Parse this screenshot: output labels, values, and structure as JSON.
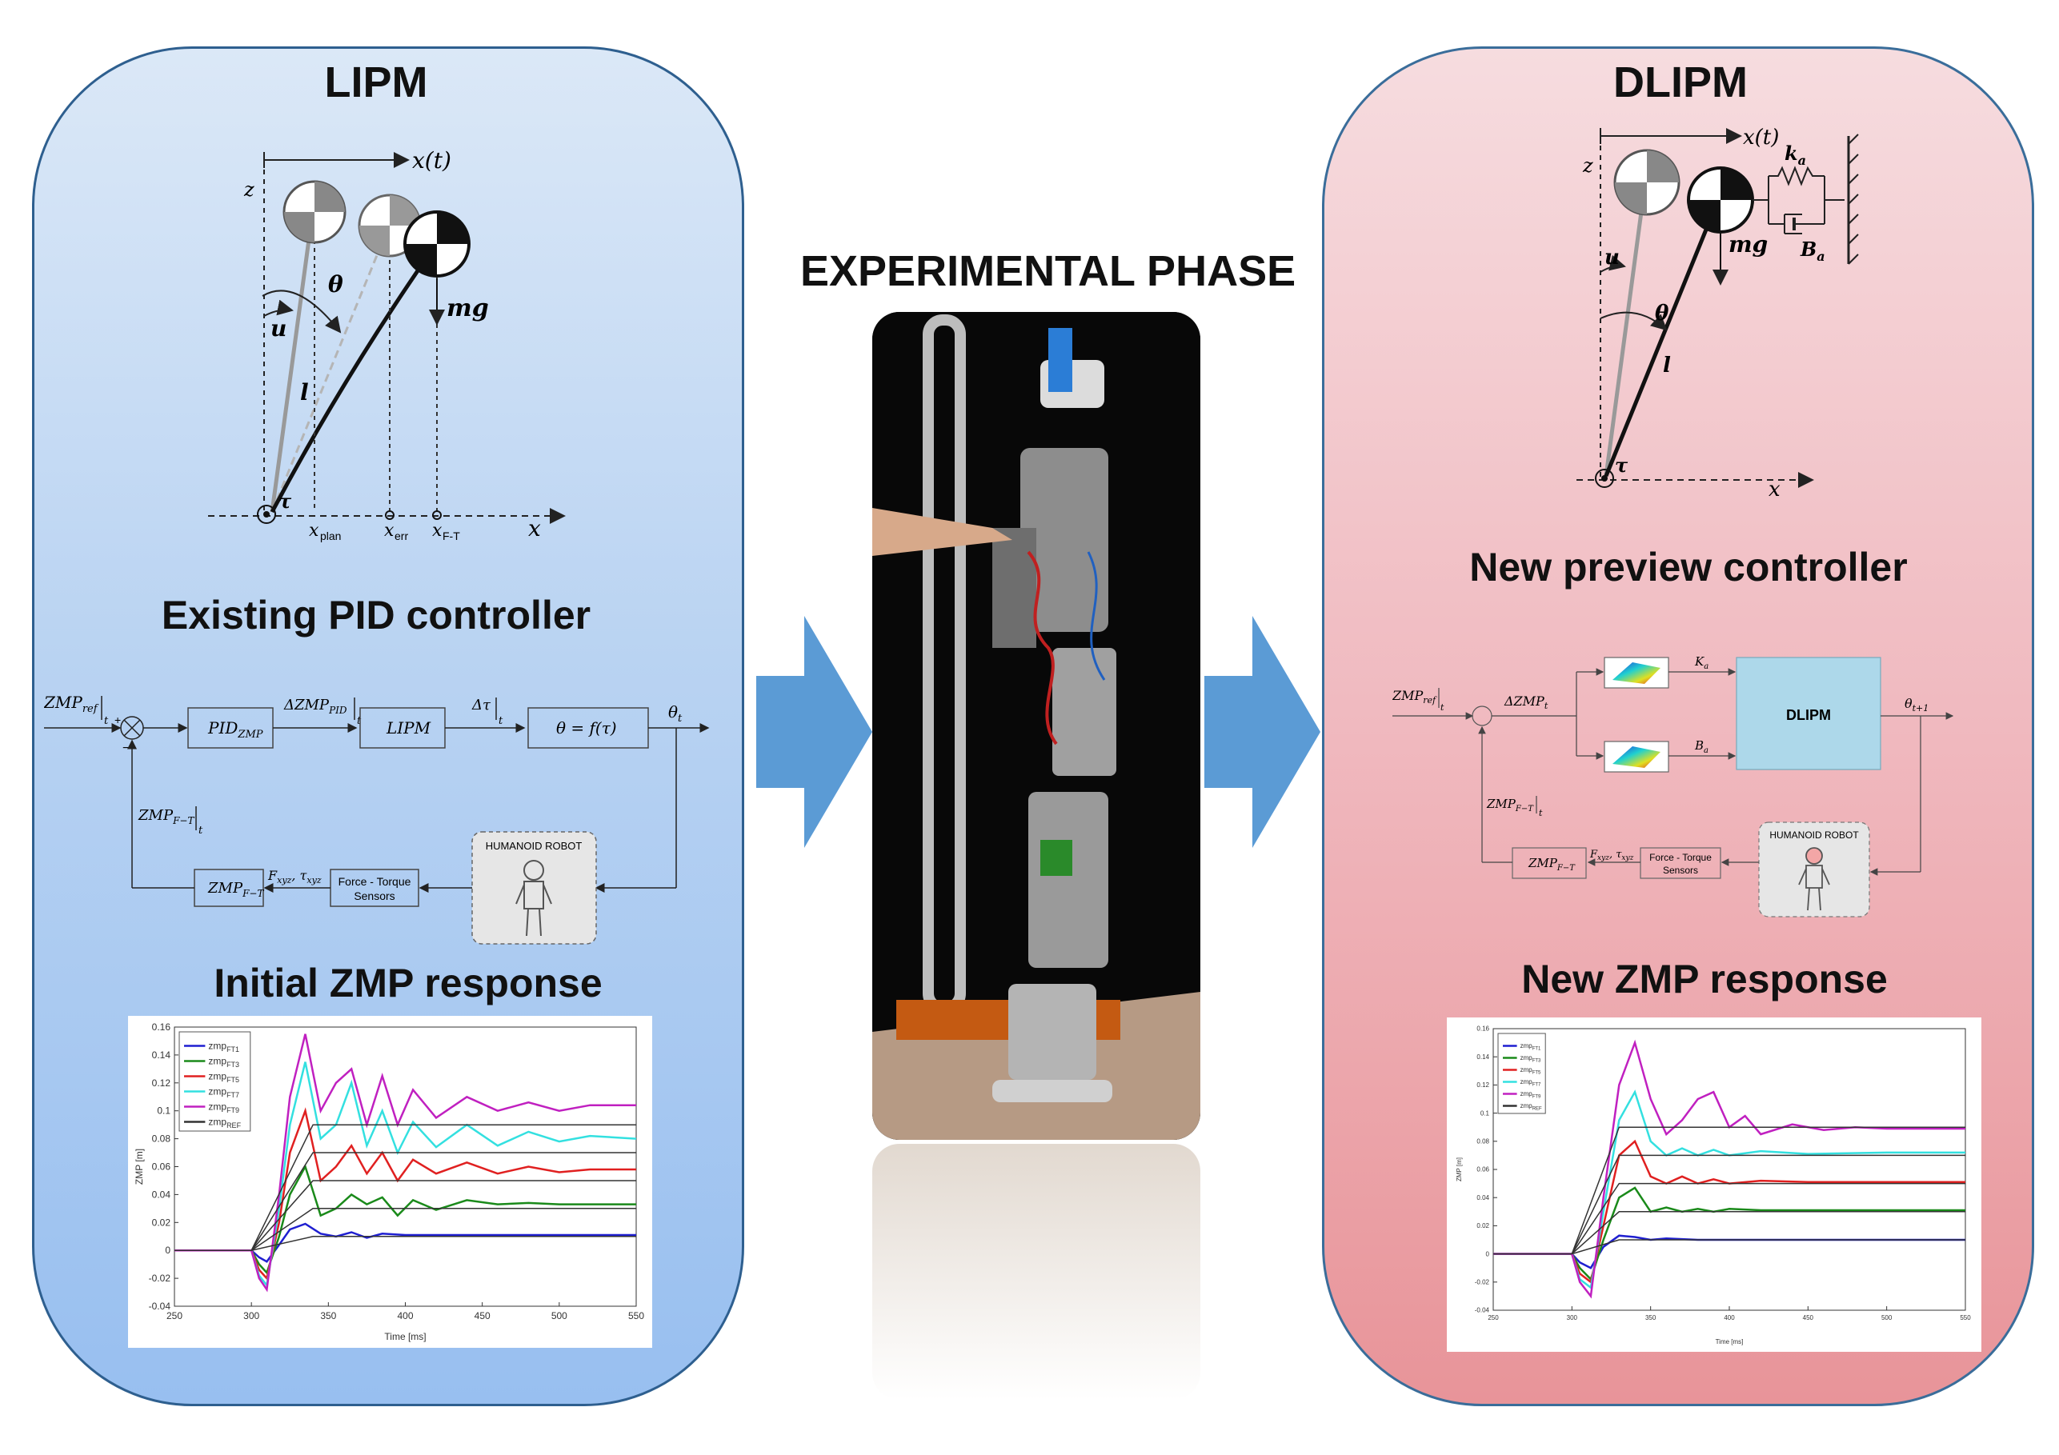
{
  "left": {
    "title": "LIPM",
    "controller_title": "Existing PID controller",
    "response_title": "Initial ZMP response",
    "diagram": {
      "x_of_t": "x(t)",
      "z": "z",
      "theta": "θ",
      "u": "u",
      "l": "l",
      "mg": "mg",
      "tau": "τ",
      "x_axis": "x",
      "x_plan": "plan",
      "x_err": "err",
      "x_ft": "F-T"
    },
    "block": {
      "zmp_ref": "ZMP",
      "zmp_ref_sub": "ref",
      "t": "t",
      "pid": "PID",
      "pid_sub": "ZMP",
      "dzmp": "ΔZMP",
      "dzmp_sub": "PID",
      "lipm": "LIPM",
      "dtau": "Δτ",
      "theta_f": "θ = f(τ)",
      "theta_t": "θ",
      "zmp_ft_fb": "ZMP",
      "zmp_ft_sub": "F−T",
      "fxyz": "F",
      "fxyz_sub": "xyz",
      "txyz": "τ",
      "txyz_sub": "xyz",
      "sensors_1": "Force - Torque",
      "sensors_2": "Sensors",
      "robot": "HUMANOID ROBOT",
      "zmp_ft_box": "ZMP",
      "zmp_ft_box_sub": "F−T",
      "plus": "+",
      "minus": "−"
    }
  },
  "center": {
    "title": "EXPERIMENTAL PHASE"
  },
  "right": {
    "title": "DLIPM",
    "controller_title": "New preview controller",
    "response_title": "New ZMP response",
    "diagram": {
      "x_of_t": "x(t)",
      "z": "z",
      "theta": "θ",
      "u": "u",
      "l": "l",
      "mg": "mg",
      "tau": "τ",
      "x_axis": "x",
      "ka": "k",
      "ka_sub": "a",
      "ba": "B",
      "ba_sub": "a"
    },
    "block": {
      "zmp_ref": "ZMP",
      "zmp_ref_sub": "ref",
      "t": "t",
      "dzmp": "ΔZMP",
      "dzmp_sub": "t",
      "ka": "K",
      "ka_sub": "a",
      "ba": "B",
      "ba_sub": "a",
      "dlipm": "DLIPM",
      "theta_t1": "θ",
      "theta_t1_sub": "t+1",
      "zmp_ft_fb": "ZMP",
      "zmp_ft_sub": "F−T",
      "fxyz": "F",
      "fxyz_sub": "xyz",
      "txyz": "τ",
      "txyz_sub": "xyz",
      "sensors_1": "Force - Torque",
      "sensors_2": "Sensors",
      "robot": "HUMANOID ROBOT",
      "zmp_ft_box": "ZMP",
      "zmp_ft_box_sub": "F−T"
    }
  },
  "colors": {
    "ft1": "#1f1fd0",
    "ft3": "#1a8a1a",
    "ft5": "#e02020",
    "ft7": "#33e0e0",
    "ft9": "#c020c0",
    "ref": "#333333"
  },
  "chart_data": [
    {
      "type": "line",
      "xlabel": "Time [ms]",
      "ylabel": "ZMP [m]",
      "xlim": [
        250,
        550
      ],
      "ylim": [
        -0.04,
        0.16
      ],
      "xticks": [
        250,
        300,
        350,
        400,
        450,
        500,
        550
      ],
      "yticks": [
        -0.04,
        -0.02,
        0,
        0.02,
        0.04,
        0.06,
        0.08,
        0.1,
        0.12,
        0.14,
        0.16
      ],
      "grid": false,
      "legend": "top-left",
      "legend_labels": [
        {
          "base": "zmp",
          "sub": "FT1"
        },
        {
          "base": "zmp",
          "sub": "FT3"
        },
        {
          "base": "zmp",
          "sub": "FT5"
        },
        {
          "base": "zmp",
          "sub": "FT7"
        },
        {
          "base": "zmp",
          "sub": "FT9"
        },
        {
          "base": "zmp",
          "sub": "REF"
        }
      ],
      "series": [
        {
          "key": "ft1",
          "x": [
            250,
            300,
            305,
            310,
            318,
            325,
            335,
            345,
            355,
            365,
            375,
            385,
            400,
            420,
            450,
            500,
            550
          ],
          "y": [
            0,
            0,
            -0.005,
            -0.008,
            0.004,
            0.015,
            0.019,
            0.012,
            0.01,
            0.013,
            0.009,
            0.012,
            0.011,
            0.011,
            0.011,
            0.011,
            0.011
          ]
        },
        {
          "key": "ft3",
          "x": [
            250,
            300,
            305,
            310,
            318,
            325,
            335,
            345,
            355,
            365,
            375,
            385,
            395,
            405,
            420,
            440,
            460,
            480,
            500,
            520,
            550
          ],
          "y": [
            0,
            0,
            -0.01,
            -0.016,
            0.01,
            0.04,
            0.06,
            0.025,
            0.03,
            0.04,
            0.033,
            0.038,
            0.025,
            0.036,
            0.029,
            0.036,
            0.033,
            0.034,
            0.033,
            0.033,
            0.033
          ]
        },
        {
          "key": "ft5",
          "x": [
            250,
            300,
            305,
            310,
            318,
            325,
            335,
            345,
            355,
            365,
            375,
            385,
            395,
            405,
            420,
            440,
            460,
            480,
            500,
            520,
            550
          ],
          "y": [
            0,
            0,
            -0.014,
            -0.02,
            0.02,
            0.07,
            0.1,
            0.05,
            0.06,
            0.075,
            0.055,
            0.07,
            0.05,
            0.065,
            0.055,
            0.063,
            0.055,
            0.06,
            0.056,
            0.058,
            0.058
          ]
        },
        {
          "key": "ft7",
          "x": [
            250,
            300,
            305,
            310,
            318,
            325,
            335,
            345,
            355,
            365,
            375,
            385,
            395,
            405,
            420,
            440,
            460,
            480,
            500,
            520,
            550
          ],
          "y": [
            0,
            0,
            -0.018,
            -0.025,
            0.03,
            0.09,
            0.135,
            0.08,
            0.09,
            0.12,
            0.075,
            0.1,
            0.07,
            0.092,
            0.074,
            0.09,
            0.075,
            0.085,
            0.078,
            0.082,
            0.08
          ]
        },
        {
          "key": "ft9",
          "x": [
            250,
            300,
            305,
            310,
            318,
            325,
            335,
            345,
            355,
            365,
            375,
            385,
            395,
            405,
            420,
            440,
            460,
            480,
            500,
            520,
            550
          ],
          "y": [
            0,
            0,
            -0.02,
            -0.028,
            0.04,
            0.11,
            0.155,
            0.1,
            0.12,
            0.13,
            0.09,
            0.125,
            0.09,
            0.115,
            0.095,
            0.11,
            0.1,
            0.106,
            0.1,
            0.104,
            0.104
          ]
        },
        {
          "key": "ref",
          "x": [
            250,
            300,
            340,
            550
          ],
          "y": [
            0,
            0,
            0.01,
            0.01
          ]
        },
        {
          "key": "ref",
          "x": [
            300,
            340,
            550
          ],
          "y": [
            0,
            0.03,
            0.03
          ]
        },
        {
          "key": "ref",
          "x": [
            300,
            340,
            550
          ],
          "y": [
            0,
            0.05,
            0.05
          ]
        },
        {
          "key": "ref",
          "x": [
            300,
            340,
            550
          ],
          "y": [
            0,
            0.07,
            0.07
          ]
        },
        {
          "key": "ref",
          "x": [
            300,
            340,
            550
          ],
          "y": [
            0,
            0.09,
            0.09
          ]
        }
      ]
    },
    {
      "type": "line",
      "xlabel": "Time [ms]",
      "ylabel": "ZMP [m]",
      "xlim": [
        250,
        550
      ],
      "ylim": [
        -0.04,
        0.16
      ],
      "xticks": [
        250,
        300,
        350,
        400,
        450,
        500,
        550
      ],
      "yticks": [
        -0.04,
        -0.02,
        0,
        0.02,
        0.04,
        0.06,
        0.08,
        0.1,
        0.12,
        0.14,
        0.16
      ],
      "grid": false,
      "legend": "top-left",
      "legend_labels": [
        {
          "base": "zmp",
          "sub": "FT1"
        },
        {
          "base": "zmp",
          "sub": "FT3"
        },
        {
          "base": "zmp",
          "sub": "FT5"
        },
        {
          "base": "zmp",
          "sub": "FT7"
        },
        {
          "base": "zmp",
          "sub": "FT9"
        },
        {
          "base": "zmp",
          "sub": "REF"
        }
      ],
      "series": [
        {
          "key": "ft1",
          "x": [
            250,
            300,
            305,
            312,
            320,
            330,
            340,
            350,
            360,
            380,
            400,
            450,
            500,
            550
          ],
          "y": [
            0,
            0,
            -0.006,
            -0.01,
            0.005,
            0.013,
            0.012,
            0.01,
            0.011,
            0.01,
            0.01,
            0.01,
            0.01,
            0.01
          ]
        },
        {
          "key": "ft3",
          "x": [
            250,
            300,
            305,
            312,
            320,
            330,
            340,
            350,
            360,
            370,
            380,
            390,
            400,
            420,
            450,
            500,
            550
          ],
          "y": [
            0,
            0,
            -0.01,
            -0.018,
            0.01,
            0.04,
            0.047,
            0.03,
            0.033,
            0.03,
            0.032,
            0.03,
            0.032,
            0.031,
            0.031,
            0.031,
            0.031
          ]
        },
        {
          "key": "ft5",
          "x": [
            250,
            300,
            305,
            312,
            320,
            330,
            340,
            350,
            360,
            370,
            380,
            390,
            400,
            420,
            450,
            500,
            550
          ],
          "y": [
            0,
            0,
            -0.014,
            -0.02,
            0.02,
            0.07,
            0.08,
            0.055,
            0.05,
            0.055,
            0.05,
            0.053,
            0.05,
            0.052,
            0.051,
            0.051,
            0.051
          ]
        },
        {
          "key": "ft7",
          "x": [
            250,
            300,
            305,
            312,
            320,
            330,
            340,
            350,
            360,
            370,
            380,
            390,
            400,
            420,
            450,
            500,
            550
          ],
          "y": [
            0,
            0,
            -0.018,
            -0.024,
            0.03,
            0.095,
            0.115,
            0.08,
            0.07,
            0.075,
            0.07,
            0.074,
            0.07,
            0.073,
            0.071,
            0.072,
            0.072
          ]
        },
        {
          "key": "ft9",
          "x": [
            250,
            300,
            305,
            312,
            320,
            330,
            340,
            350,
            360,
            370,
            380,
            390,
            400,
            410,
            420,
            440,
            460,
            480,
            500,
            550
          ],
          "y": [
            0,
            0,
            -0.02,
            -0.03,
            0.04,
            0.12,
            0.15,
            0.11,
            0.085,
            0.095,
            0.11,
            0.115,
            0.09,
            0.098,
            0.085,
            0.092,
            0.088,
            0.09,
            0.089,
            0.089
          ]
        },
        {
          "key": "ref",
          "x": [
            250,
            300,
            330,
            550
          ],
          "y": [
            0,
            0,
            0.01,
            0.01
          ]
        },
        {
          "key": "ref",
          "x": [
            300,
            330,
            550
          ],
          "y": [
            0,
            0.03,
            0.03
          ]
        },
        {
          "key": "ref",
          "x": [
            300,
            330,
            550
          ],
          "y": [
            0,
            0.05,
            0.05
          ]
        },
        {
          "key": "ref",
          "x": [
            300,
            330,
            550
          ],
          "y": [
            0,
            0.07,
            0.07
          ]
        },
        {
          "key": "ref",
          "x": [
            300,
            330,
            550
          ],
          "y": [
            0,
            0.09,
            0.09
          ]
        }
      ]
    }
  ]
}
